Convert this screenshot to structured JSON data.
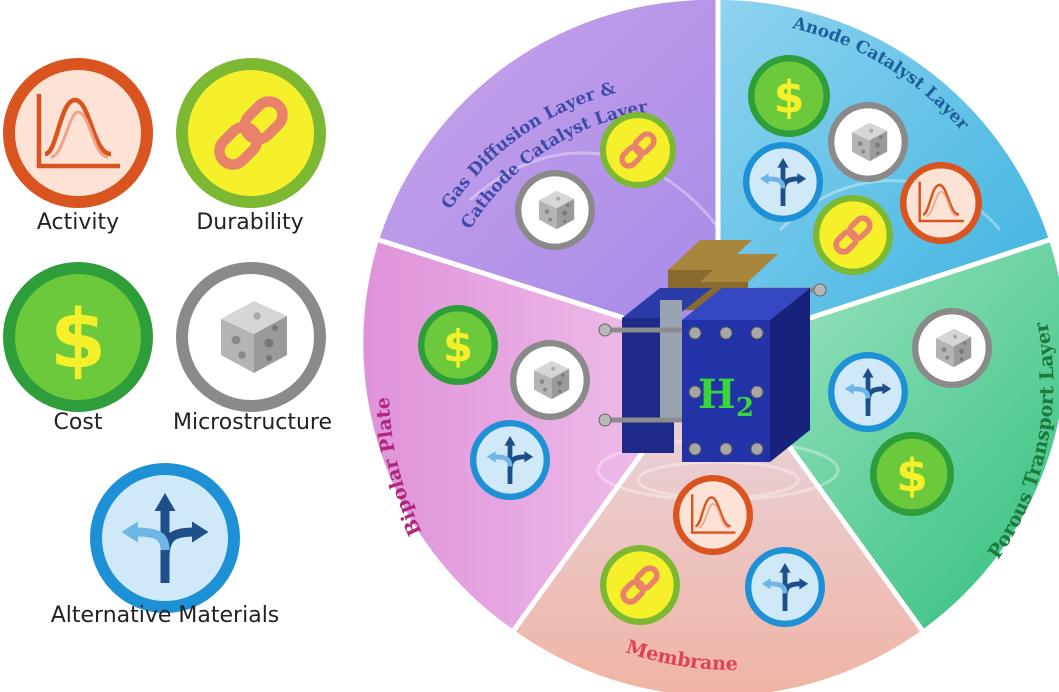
{
  "legend": {
    "activity": "Activity",
    "durability": "Durability",
    "cost": "Cost",
    "microstructure": "Microstructure",
    "alternative": "Alternative Materials"
  },
  "wheel": {
    "center_label": "H2",
    "segments": {
      "gdl": [
        "Gas Diffusion Layer &",
        "Cathode Catalyst Layer"
      ],
      "anode": "Anode Catalyst Layer",
      "ptl": "Porous Transport Layer",
      "membrane": "Membrane",
      "bipolar": "Bipolar Plate"
    }
  },
  "icon_names": [
    "activity-icon",
    "durability-icon",
    "cost-icon",
    "microstructure-icon",
    "alternative-materials-icon"
  ],
  "colors": {
    "activity": "#d9541e",
    "durability": "#7cb832",
    "cost": "#2e9e3a",
    "microstructure": "#8a8a8a",
    "alternative": "#1e90d6"
  }
}
